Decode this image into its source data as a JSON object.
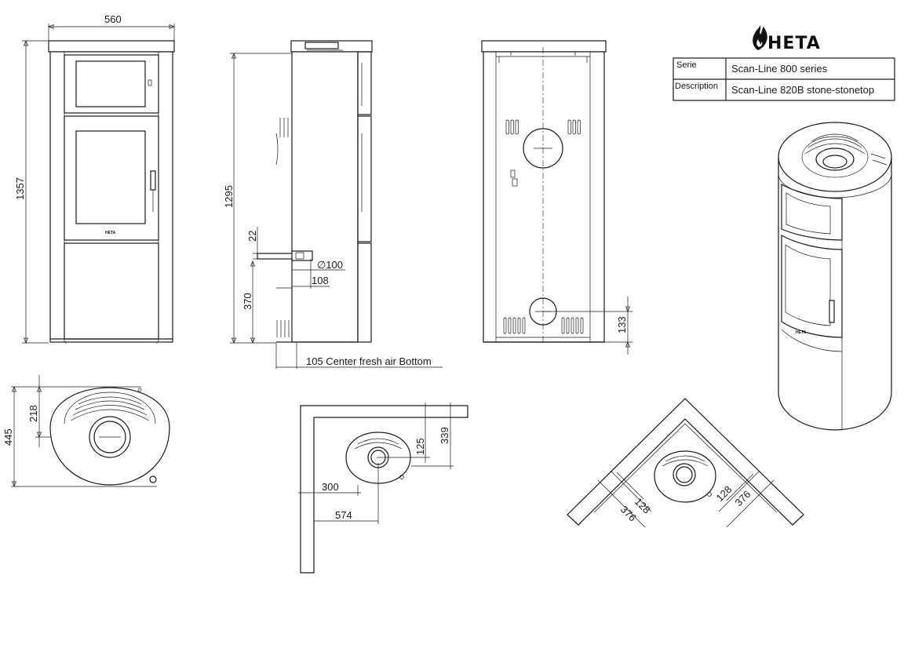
{
  "brand": {
    "name": "HETA"
  },
  "title_block": {
    "serie_label": "Serie",
    "serie_value": "Scan-Line 800 series",
    "description_label": "Description",
    "description_value": "Scan-Line 820B stone-stonetop"
  },
  "front_view": {
    "width": "560",
    "height": "1357",
    "door_badge": "HETA"
  },
  "side_view": {
    "height": "1295",
    "inlet_offset": "22",
    "inlet_diameter": "∅100",
    "inlet_depth": "108",
    "inlet_height": "370",
    "fresh_air_note": "105 Center fresh air Bottom"
  },
  "back_view": {
    "outlet_height": "133"
  },
  "top_view": {
    "depth": "445",
    "center_offset": "218"
  },
  "wall_install": {
    "wall_dist": "339",
    "center_dist": "125",
    "side_dist": "300",
    "side_total": "574"
  },
  "corner_install": {
    "left_inner": "128",
    "left_outer": "376",
    "right_inner": "128",
    "right_outer": "376"
  },
  "colors": {
    "line": "#1a1a1a",
    "background": "#ffffff"
  }
}
